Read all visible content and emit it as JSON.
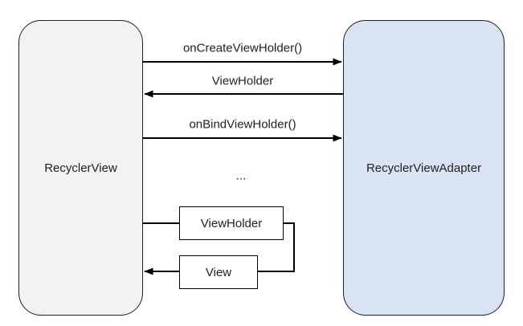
{
  "diagram": {
    "participants": {
      "left": {
        "label": "RecyclerView",
        "fill": "#f2f2f2"
      },
      "right": {
        "label": "RecyclerViewAdapter",
        "fill": "#dae3f3"
      }
    },
    "messages": [
      {
        "label": "onCreateViewHolder()",
        "direction": "left-to-right"
      },
      {
        "label": "ViewHolder",
        "direction": "right-to-left"
      },
      {
        "label": "onBindViewHolder()",
        "direction": "left-to-right"
      },
      {
        "label": "...",
        "direction": "none"
      }
    ],
    "inner_boxes": [
      {
        "label": "ViewHolder"
      },
      {
        "label": "View"
      }
    ],
    "colors": {
      "background": "#ffffff",
      "left_box_fill": "#f2f2f2",
      "right_box_fill": "#dae3f3",
      "inner_box_fill": "#ffffff",
      "line": "#000000",
      "text": "#1f1f1f"
    }
  }
}
